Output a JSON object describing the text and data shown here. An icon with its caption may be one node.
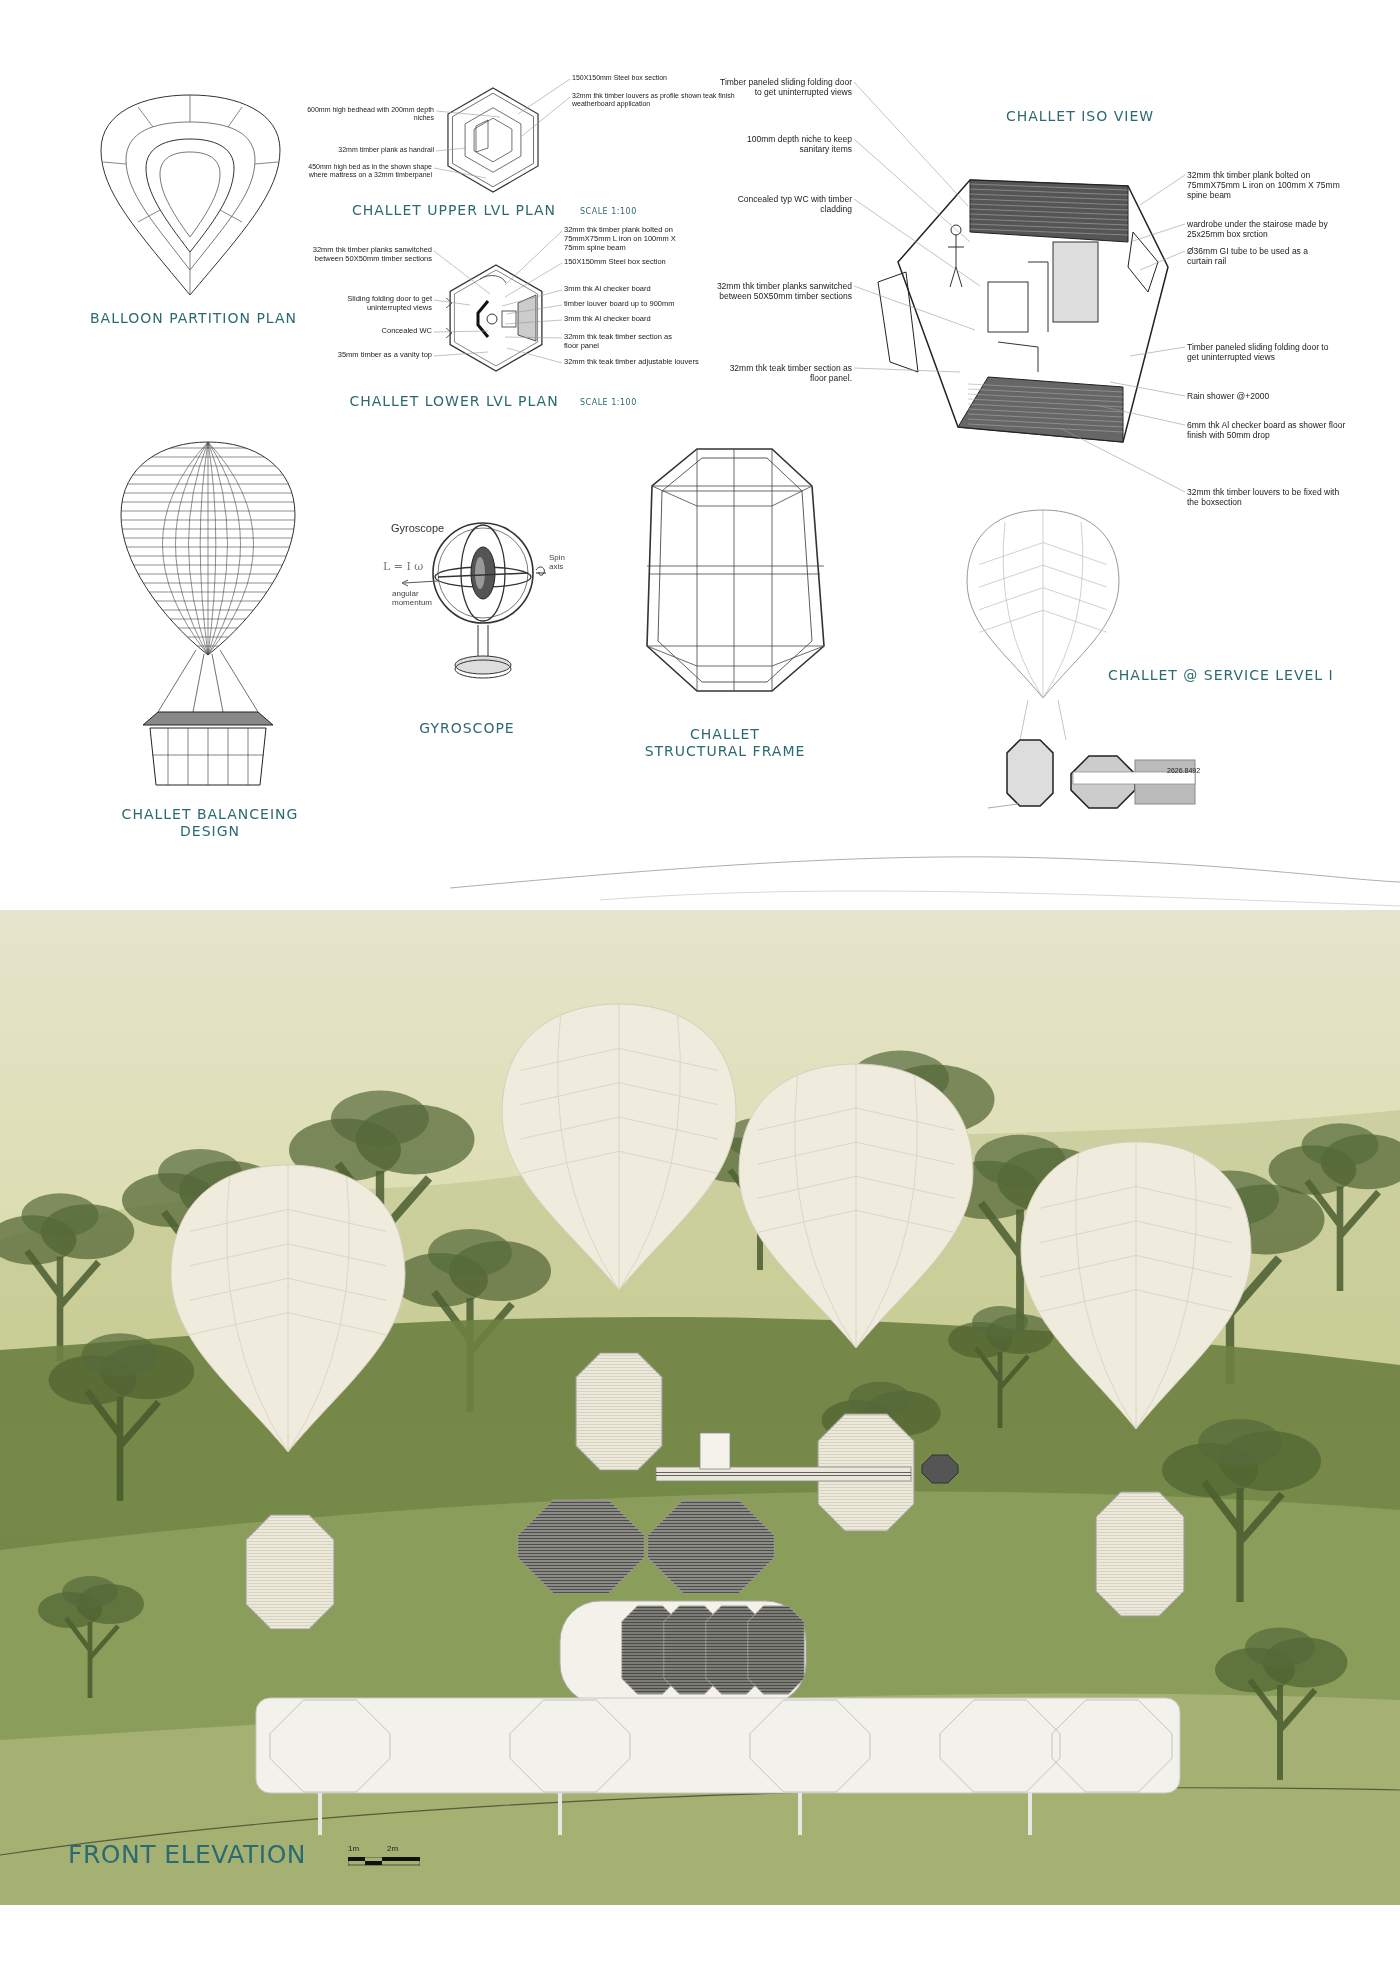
{
  "diagram": {
    "nodes": [
      {
        "text": [
          "150X150mm Steel box section"
        ]
      },
      {
        "text": [
          "32mm thk timber louvers as profile shown teak finish weatherboard application"
        ]
      },
      {
        "text": [
          "600mm high bedhead with 200mm depth niches"
        ]
      },
      {
        "text": [
          "32mm timber plank as handrail"
        ]
      },
      {
        "text": [
          "450mm high bed as in the shown shape where mattress on a 32mm timberpanel"
        ]
      },
      {
        "text": [
          "32mm thk timber planks sanwitched between 50X50mm timber sections"
        ]
      },
      {
        "text": [
          "Sliding folding door to get uninterrupted views"
        ]
      },
      {
        "text": [
          "Concealed WC"
        ]
      },
      {
        "text": [
          "35mm timber as a vanity top"
        ]
      },
      {
        "text": [
          "32mm thk timber plank bolted on 75mmX75mm L iron on 100mm X 75mm spine beam"
        ]
      },
      {
        "text": [
          "150X150mm Steel box section"
        ]
      },
      {
        "text": [
          "3mm thk Al checker board"
        ]
      },
      {
        "text": [
          "timber louver board up to 900mm"
        ]
      },
      {
        "text": [
          "3mm thk Al checker board"
        ]
      },
      {
        "text": [
          "32mm thk teak timber section as floor panel"
        ]
      },
      {
        "text": [
          "32mm thk teak timber adjustable louvers"
        ]
      },
      {
        "text": [
          "Timber paneled sliding folding door to get uninterrupted views"
        ]
      },
      {
        "text": [
          "100mm depth niche to keep sanitary items"
        ]
      },
      {
        "text": [
          "Concealed typ WC with timber cladding"
        ]
      },
      {
        "text": [
          "32mm thk timber planks sanwitched between 50X50mm timber sections"
        ]
      },
      {
        "text": [
          "32mm thk teak timber section as floor panel."
        ]
      },
      {
        "text": [
          "32mm thk timber plank bolted on 75mmX75mm L iron on 100mm X 75mm spine beam"
        ]
      },
      {
        "text": [
          "wardrobe under the stairose made by 25x25mm box srction"
        ]
      },
      {
        "text": [
          "Ø36mm GI tube to be used as a curtain rail"
        ]
      },
      {
        "text": [
          "Timber paneled sliding folding door to get uninterrupted views"
        ]
      },
      {
        "text": [
          "Rain shower @+2000"
        ]
      },
      {
        "text": [
          "6mm thk Al checker board as shower floor finish with 50mm drop"
        ]
      },
      {
        "text": [
          "32mm thk timber louvers to be fixed with the boxsection"
        ]
      }
    ],
    "edges": [
      {
        "from": 0,
        "to": null,
        "arrow": "none"
      },
      {
        "from": 1,
        "to": null,
        "arrow": "none"
      },
      {
        "from": 2,
        "to": null,
        "arrow": "none"
      },
      {
        "from": 3,
        "to": null,
        "arrow": "none"
      },
      {
        "from": 4,
        "to": null,
        "arrow": "none"
      },
      {
        "from": 5,
        "to": null,
        "arrow": "none"
      },
      {
        "from": 6,
        "to": null,
        "arrow": "none"
      },
      {
        "from": 7,
        "to": null,
        "arrow": "none"
      },
      {
        "from": 8,
        "to": null,
        "arrow": "none"
      },
      {
        "from": 9,
        "to": null,
        "arrow": "none"
      },
      {
        "from": 10,
        "to": null,
        "arrow": "none"
      },
      {
        "from": 11,
        "to": null,
        "arrow": "none"
      },
      {
        "from": 12,
        "to": null,
        "arrow": "none"
      },
      {
        "from": 13,
        "to": null,
        "arrow": "none"
      },
      {
        "from": 14,
        "to": null,
        "arrow": "none"
      },
      {
        "from": 15,
        "to": null,
        "arrow": "none"
      },
      {
        "from": 16,
        "to": null,
        "arrow": "none"
      },
      {
        "from": 17,
        "to": null,
        "arrow": "none"
      },
      {
        "from": 18,
        "to": null,
        "arrow": "none"
      },
      {
        "from": 19,
        "to": null,
        "arrow": "none"
      },
      {
        "from": 20,
        "to": null,
        "arrow": "none"
      },
      {
        "from": 21,
        "to": null,
        "arrow": "none"
      },
      {
        "from": 22,
        "to": null,
        "arrow": "none"
      },
      {
        "from": 23,
        "to": null,
        "arrow": "none"
      },
      {
        "from": 24,
        "to": null,
        "arrow": "none"
      },
      {
        "from": 25,
        "to": null,
        "arrow": "none"
      },
      {
        "from": 26,
        "to": null,
        "arrow": "none"
      },
      {
        "from": 27,
        "to": null,
        "arrow": "none"
      }
    ],
    "labels": [
      "BALLOON PARTITION PLAN",
      "CHALLET UPPER LVL PLAN",
      "SCALE 1:100",
      "CHALLET LOWER LVL PLAN",
      "SCALE 1:100",
      "CHALLET ISO VIEW",
      "Gyroscope",
      "L = I ω",
      "angular momentum",
      "Spin axis",
      "CHALLET BALANCEING DESIGN",
      "GYROSCOPE",
      "CHALLET STRUCTURAL FRAME",
      "CHALLET @ SERVICE LEVEL I",
      "2626.8492",
      "FRONT ELEVATION",
      "1m",
      "2m"
    ]
  }
}
